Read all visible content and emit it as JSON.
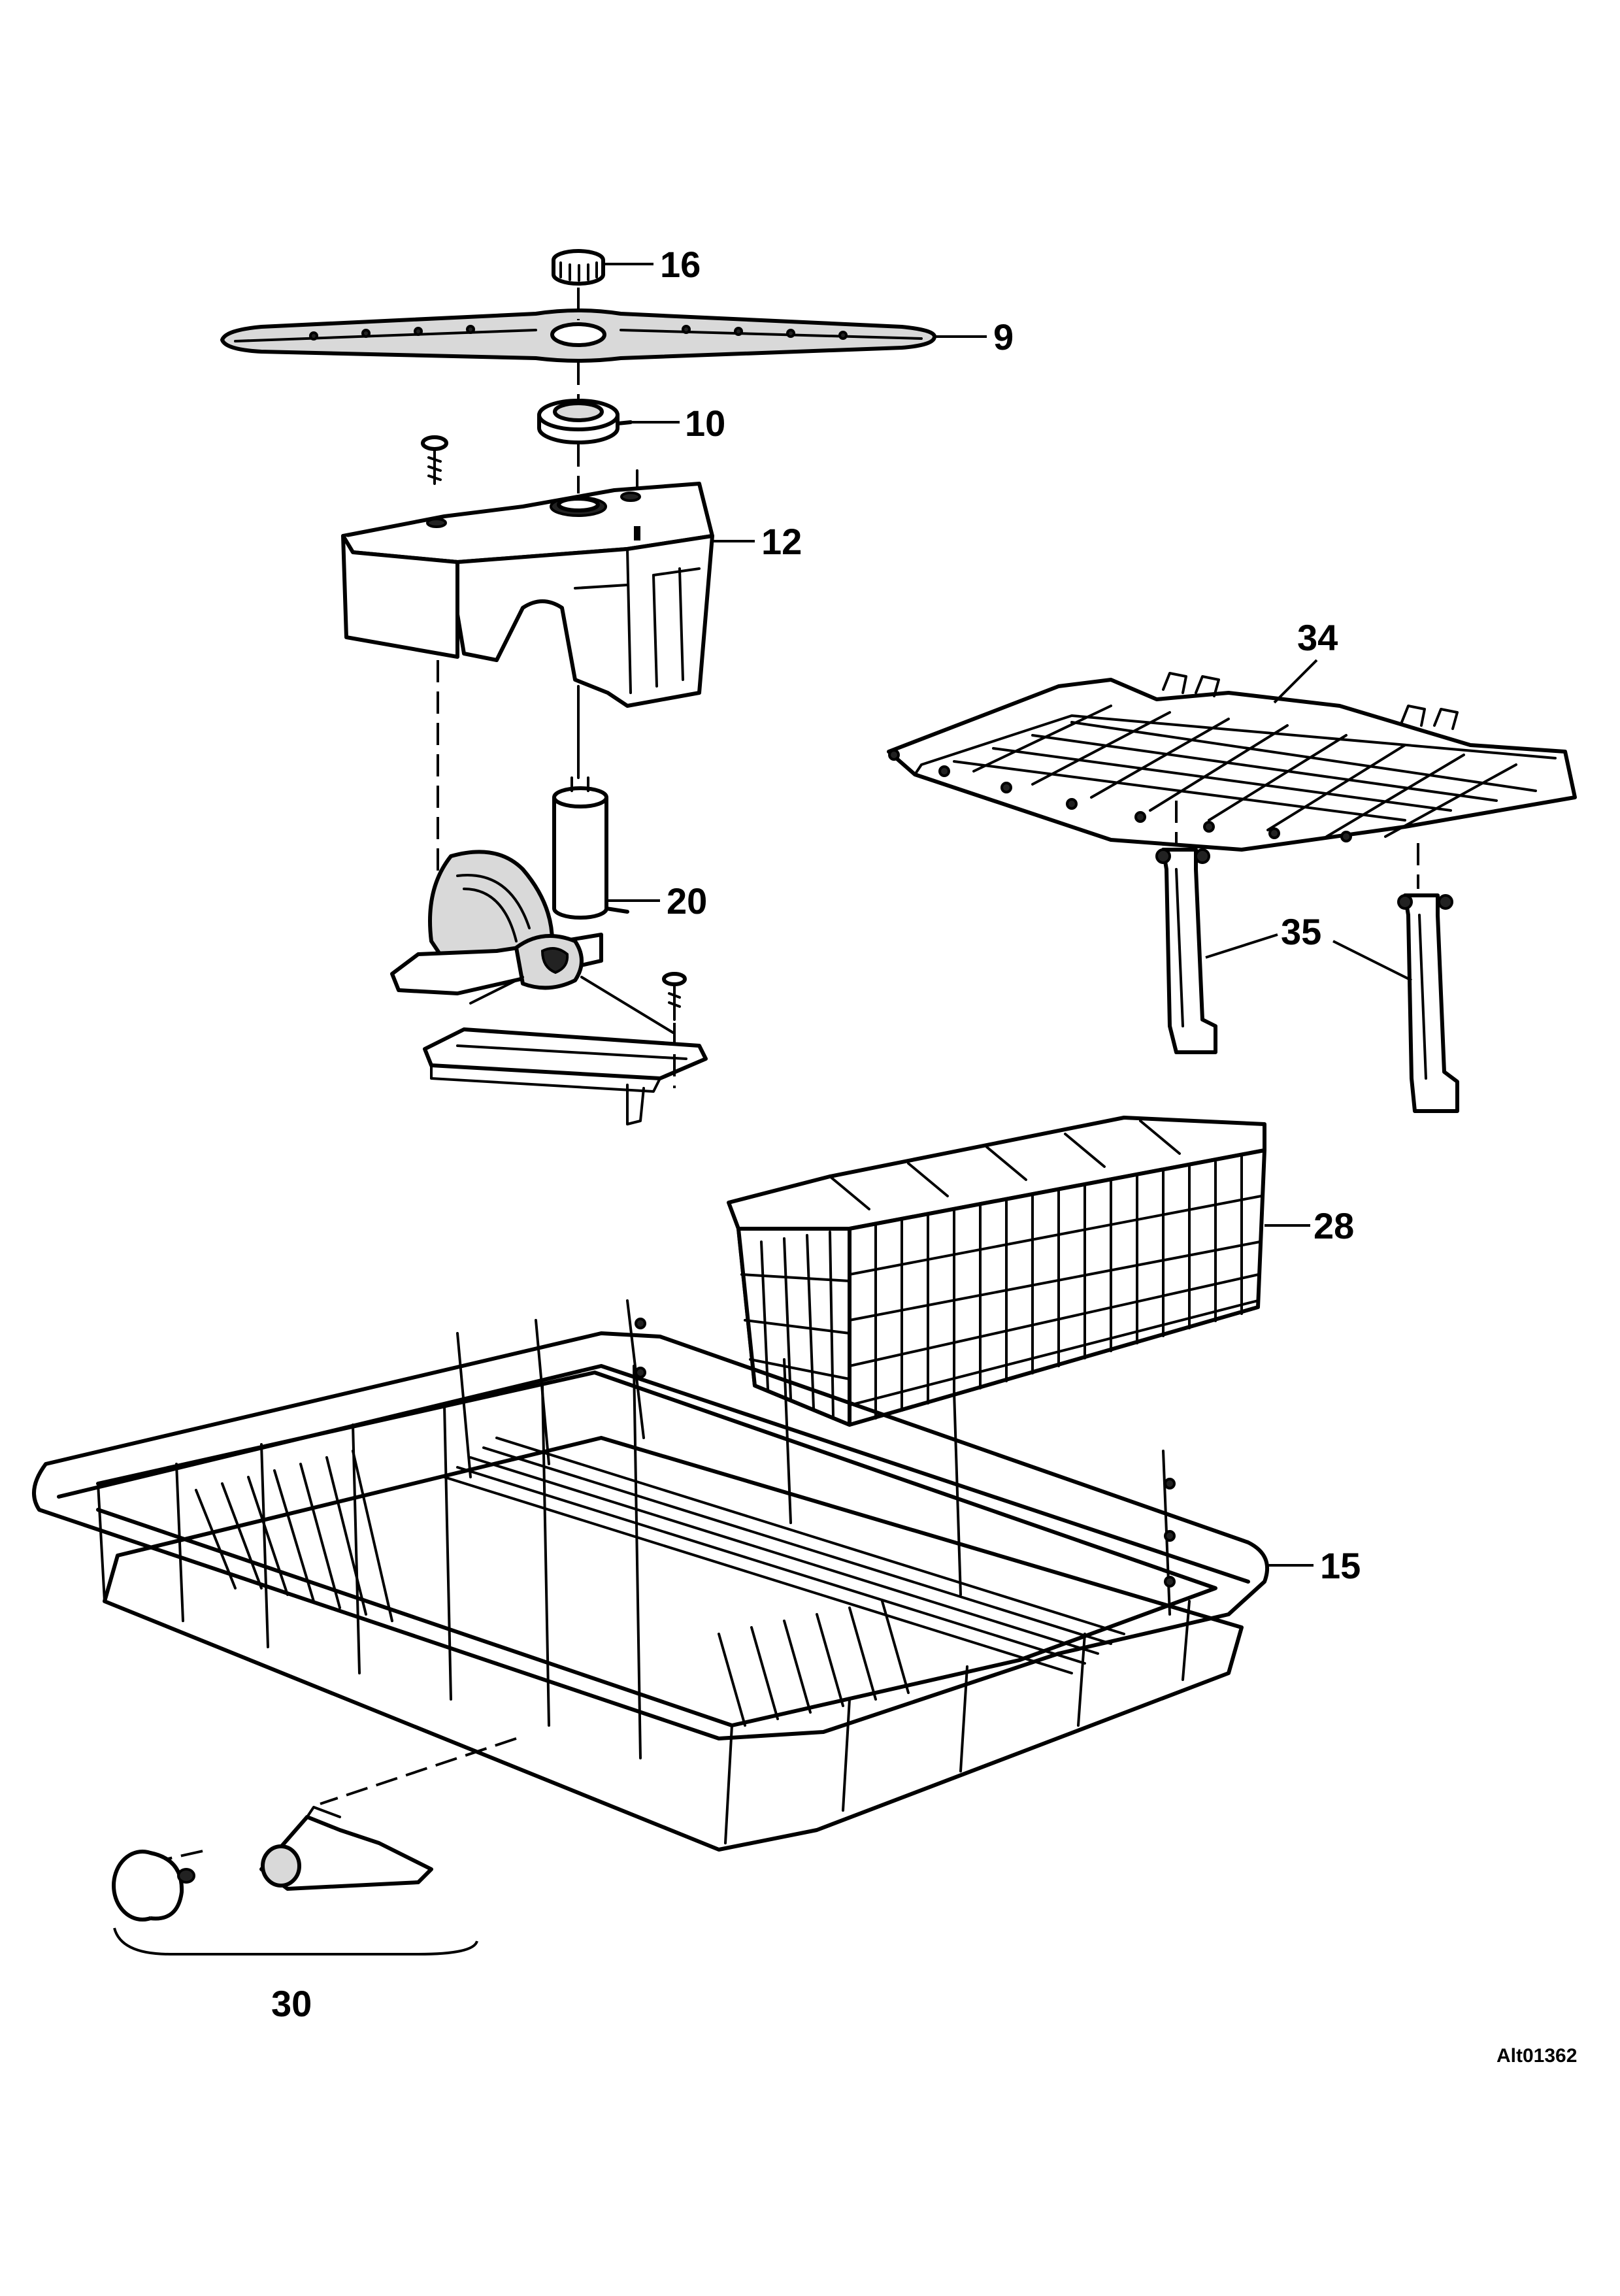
{
  "diagram": {
    "reference_code": "Alt01362",
    "parts": [
      {
        "id": "16",
        "label": "16"
      },
      {
        "id": "9",
        "label": "9"
      },
      {
        "id": "10",
        "label": "10"
      },
      {
        "id": "12",
        "label": "12"
      },
      {
        "id": "34",
        "label": "34"
      },
      {
        "id": "20",
        "label": "20"
      },
      {
        "id": "35",
        "label": "35"
      },
      {
        "id": "28",
        "label": "28"
      },
      {
        "id": "15",
        "label": "15"
      },
      {
        "id": "30",
        "label": "30"
      }
    ]
  }
}
